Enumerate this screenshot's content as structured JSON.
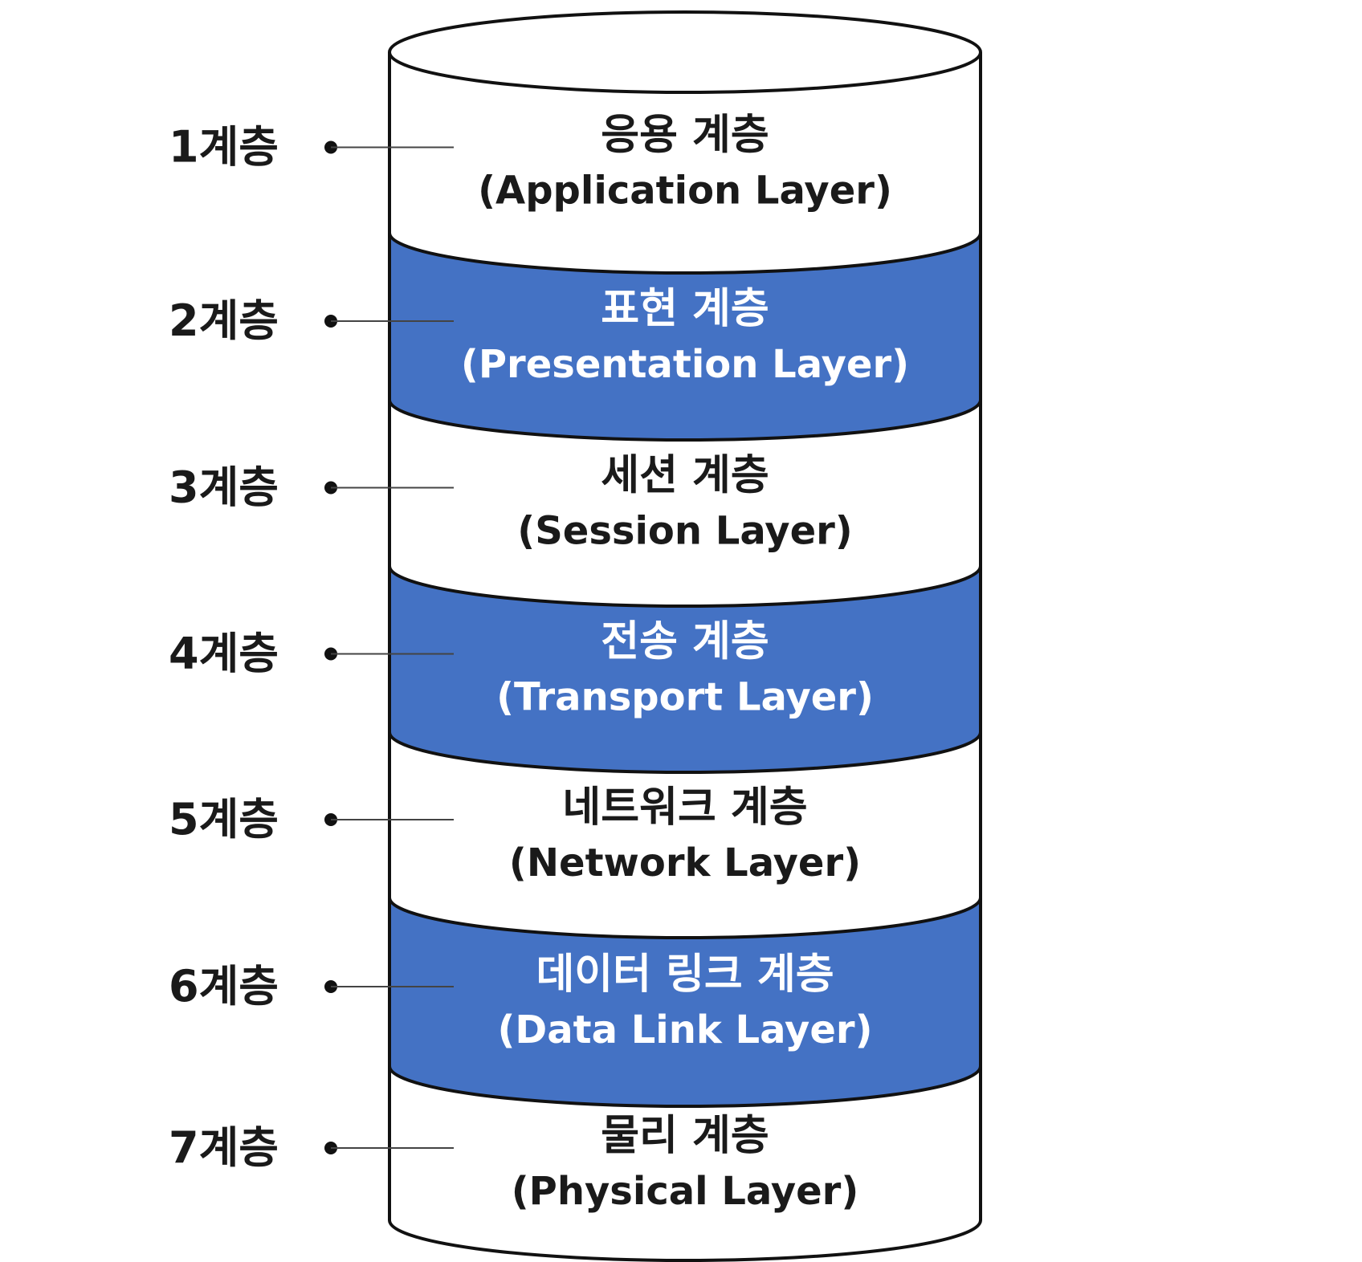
{
  "colors": {
    "band_fill": "#4472c4",
    "plain_fill": "#ffffff",
    "outline": "#111111",
    "text_on_band": "#ffffff",
    "text_on_plain": "#1a1a1a",
    "connector": "#444444"
  },
  "layers": [
    {
      "number_label": "1계층",
      "name_ko": "응용 계층",
      "name_en": "(Application Layer)",
      "highlighted": false
    },
    {
      "number_label": "2계층",
      "name_ko": "표현 계층",
      "name_en": "(Presentation Layer)",
      "highlighted": true
    },
    {
      "number_label": "3계층",
      "name_ko": "세션 계층",
      "name_en": "(Session Layer)",
      "highlighted": false
    },
    {
      "number_label": "4계층",
      "name_ko": "전송 계층",
      "name_en": "(Transport Layer)",
      "highlighted": true
    },
    {
      "number_label": "5계층",
      "name_ko": "네트워크 계층",
      "name_en": "(Network Layer)",
      "highlighted": false
    },
    {
      "number_label": "6계층",
      "name_ko": "데이터 링크 계층",
      "name_en": "(Data Link Layer)",
      "highlighted": true
    },
    {
      "number_label": "7계층",
      "name_ko": "물리 계층",
      "name_en": "(Physical Layer)",
      "highlighted": false
    }
  ]
}
